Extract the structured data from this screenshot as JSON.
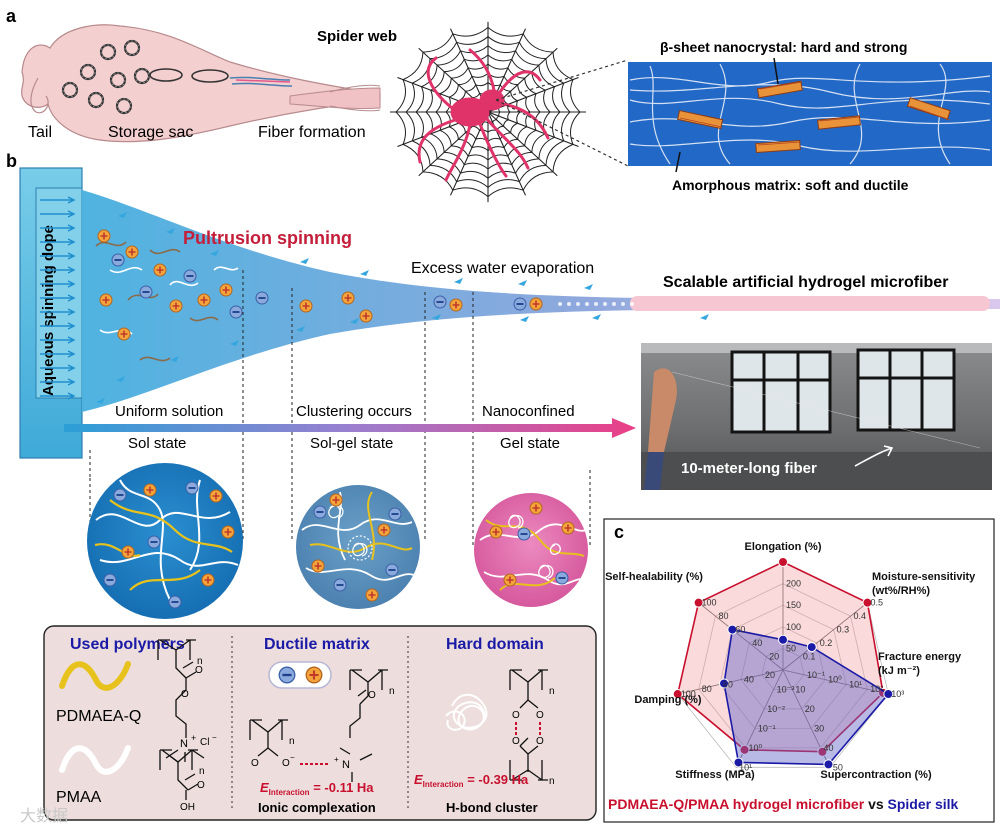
{
  "panel_a": {
    "letter": "a",
    "labels": {
      "tail": "Tail",
      "storage_sac": "Storage sac",
      "fiber_formation": "Fiber formation",
      "spider_web": "Spider web"
    },
    "beta_sheet": "β-sheet nanocrystal: hard and strong",
    "amorphous": "Amorphous matrix: soft and ductile"
  },
  "panel_b": {
    "letter": "b",
    "dope": "Aqueous spinning dope",
    "pultrusion": "Pultrusion spinning",
    "evaporation": "Excess water evaporation",
    "product": "Scalable artificial hydrogel microfiber",
    "stages": [
      {
        "top": "Uniform solution",
        "bottom": "Sol state"
      },
      {
        "top": "Clustering occurs",
        "bottom": "Sol-gel state"
      },
      {
        "top": "Nanoconfined",
        "bottom": "Gel state"
      }
    ],
    "photo_label": "10-meter-long fiber",
    "colors": {
      "pultrusion_red": "#c41e3a",
      "product_pink": "#f7c6d3",
      "fiber_yellow": "#e8c21c"
    }
  },
  "polymers_box": {
    "used_polymers": "Used polymers",
    "ductile_matrix": "Ductile matrix",
    "hard_domain": "Hard domain",
    "pdmaea": "PDMAEA-Q",
    "pmaa": "PMAA",
    "ionic": "Ionic complexation",
    "hbond": "H-bond cluster",
    "e_symbol": "E",
    "e_sub": "Interaction",
    "e_ionic": " = -0.11 Ha",
    "e_hbond": " = -0.39 Ha",
    "chem": {
      "n": "n",
      "o": "O",
      "oh": "OH",
      "o_minus": "O",
      "n_plus": "N",
      "cl": "Cl"
    }
  },
  "panel_c": {
    "letter": "c",
    "legend_a": "PDMAEA-Q/PMAA hydrogel microfiber",
    "legend_vs": "vs",
    "legend_b": "Spider silk",
    "colors": {
      "hydrogel": "#c8102e",
      "silk": "#1a1aa6"
    },
    "axes": [
      {
        "label": "Elongation (%)",
        "ticks": [
          "50",
          "100",
          "150",
          "200"
        ]
      },
      {
        "label": "Moisture-sensitivity (wt%/RH%)",
        "ticks": [
          "0.1",
          "0.2",
          "0.3",
          "0.4",
          "0.5"
        ]
      },
      {
        "label": "Fracture energy (kJ m⁻²)",
        "ticks": [
          "10⁻¹",
          "10⁰",
          "10¹",
          "10²",
          "10³"
        ]
      },
      {
        "label": "Supercontraction (%)",
        "ticks": [
          "10",
          "20",
          "30",
          "40",
          "50"
        ]
      },
      {
        "label": "Stiffness (MPa)",
        "ticks": [
          "10⁻³",
          "10⁻²",
          "10⁻¹",
          "10⁰",
          "10¹"
        ]
      },
      {
        "label": "Damping (%)",
        "ticks": [
          "20",
          "40",
          "60",
          "80",
          "100"
        ]
      },
      {
        "label": "Self-healability (%)",
        "ticks": [
          "20",
          "40",
          "60",
          "80",
          "100"
        ]
      }
    ],
    "series": [
      {
        "name": "PDMAEA-Q/PMAA hydrogel microfiber",
        "values": [
          1.0,
          1.0,
          0.95,
          0.84,
          0.82,
          1.0,
          1.0
        ]
      },
      {
        "name": "Spider silk",
        "values": [
          0.28,
          0.34,
          1.0,
          0.97,
          0.95,
          0.56,
          0.6
        ]
      }
    ]
  },
  "watermark": "大数据"
}
